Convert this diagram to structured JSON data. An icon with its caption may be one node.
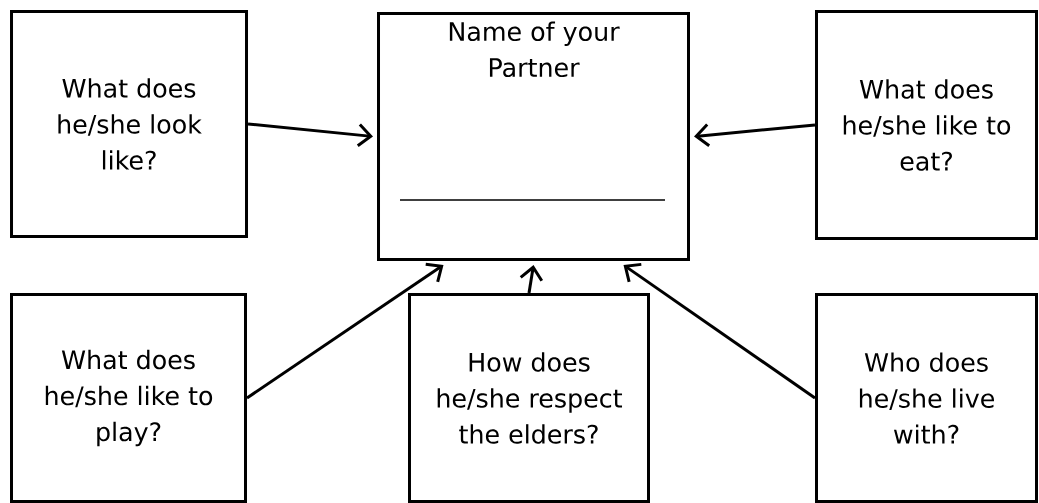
{
  "diagram": {
    "nodes": [
      {
        "text": [
          "Name of your Partner"
        ]
      },
      {
        "text": [
          "What does he/she look like?"
        ]
      },
      {
        "text": [
          "What does he/she like to eat?"
        ]
      },
      {
        "text": [
          "What does he/she like to play?"
        ]
      },
      {
        "text": [
          "How does he/she respect the elders?"
        ]
      },
      {
        "text": [
          "Who does he/she live with?"
        ]
      }
    ],
    "edges": [
      {
        "from": 1,
        "to": 0,
        "arrow": "to"
      },
      {
        "from": 2,
        "to": 0,
        "arrow": "to"
      },
      {
        "from": 3,
        "to": 0,
        "arrow": "to"
      },
      {
        "from": 4,
        "to": 0,
        "arrow": "to"
      },
      {
        "from": 5,
        "to": 0,
        "arrow": "to"
      }
    ]
  }
}
